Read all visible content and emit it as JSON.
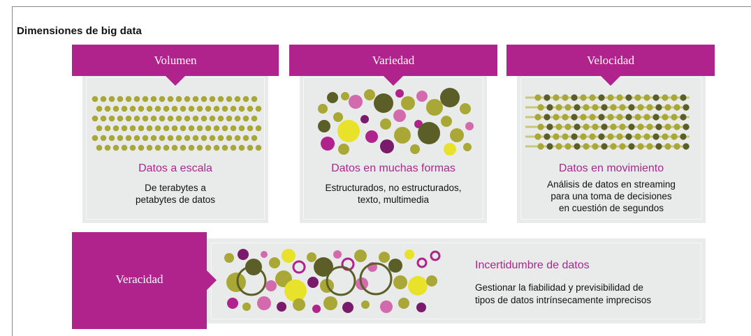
{
  "title": "Dimensiones de big data",
  "dimensions": [
    {
      "label": "Volumen",
      "subtitle": "Datos a escala",
      "description": "De terabytes a\npetabytes de datos"
    },
    {
      "label": "Variedad",
      "subtitle": "Datos en muchas formas",
      "description": "Estructurados, no estructurados,\ntexto, multimedia"
    },
    {
      "label": "Velocidad",
      "subtitle": "Datos en movimiento",
      "description": "Análisis de datos en streaming\npara una toma de decisiones\nen cuestión de segundos"
    }
  ],
  "veracity": {
    "label": "Veracidad",
    "subtitle": "Incertidumbre de datos",
    "description": "Gestionar la fiabilidad y previsibilidad de\ntipos de datos intrínsecamente imprecisos"
  },
  "colors": {
    "magenta": "#b0228c",
    "olive": "#a9a735",
    "dark_olive": "#5b5f27",
    "pink": "#d46aae",
    "yellow": "#e8e32a",
    "purple": "#7a1a6a",
    "panel": "#e9ebea"
  }
}
